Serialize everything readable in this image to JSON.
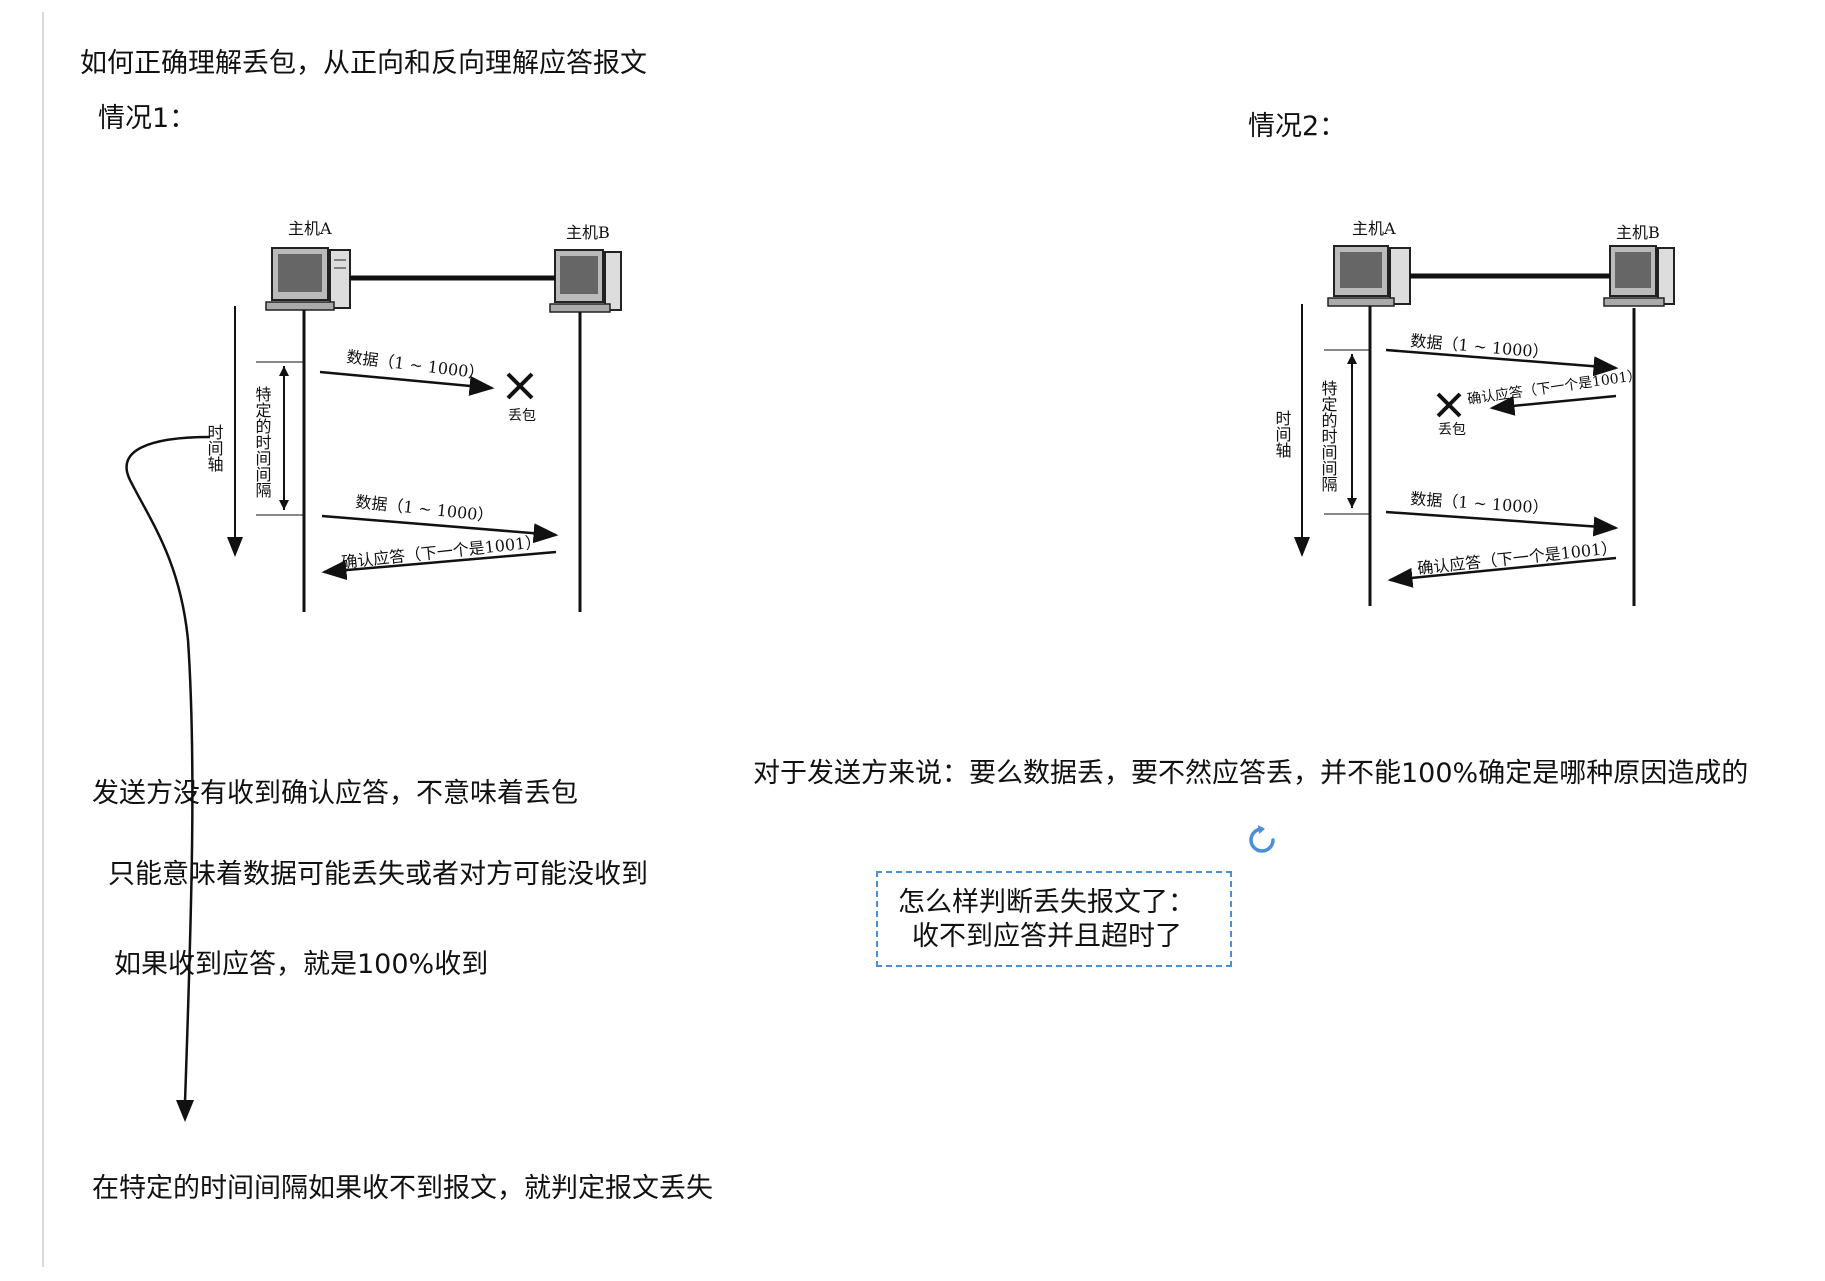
{
  "heading": "如何正确理解丢包，从正向和反向理解应答报文",
  "case1": {
    "title": "情况1：",
    "diagram": {
      "host_a": "主机A",
      "host_b": "主机B",
      "time_axis": "时间轴",
      "interval": "特定的时间间隔",
      "msg1": "数据（1 ~ 1000）",
      "loss": "丢包",
      "msg2": "数据（1 ~ 1000）",
      "msg3": "确认应答（下一个是1001）"
    }
  },
  "case2": {
    "title": "情况2：",
    "diagram": {
      "host_a": "主机A",
      "host_b": "主机B",
      "time_axis": "时间轴",
      "interval": "特定的时间间隔",
      "msg1": "数据（1 ~ 1000）",
      "msg2": "确认应答（下一个是1001）",
      "loss": "丢包",
      "msg3": "数据（1 ~ 1000）",
      "msg4": "确认应答（下一个是1001）"
    }
  },
  "notes": {
    "no_ack": "发送方没有收到确认应答，不意味着丢包",
    "only_means": "只能意味着数据可能丢失或者对方可能没收到",
    "if_ack": "如果收到应答，就是100%收到",
    "rule": "在特定的时间间隔如果收不到报文，就判定报文丢失",
    "sender_view": "对于发送方来说：要么数据丢，要不然应答丢，并不能100%确定是哪种原因造成的"
  },
  "dashed_note": {
    "line1": "怎么样判断丢失报文了：",
    "line2": "收不到应答并且超时了"
  },
  "colors": {
    "note_border": "#4a90d9",
    "refresh_icon": "#4a90d9"
  }
}
